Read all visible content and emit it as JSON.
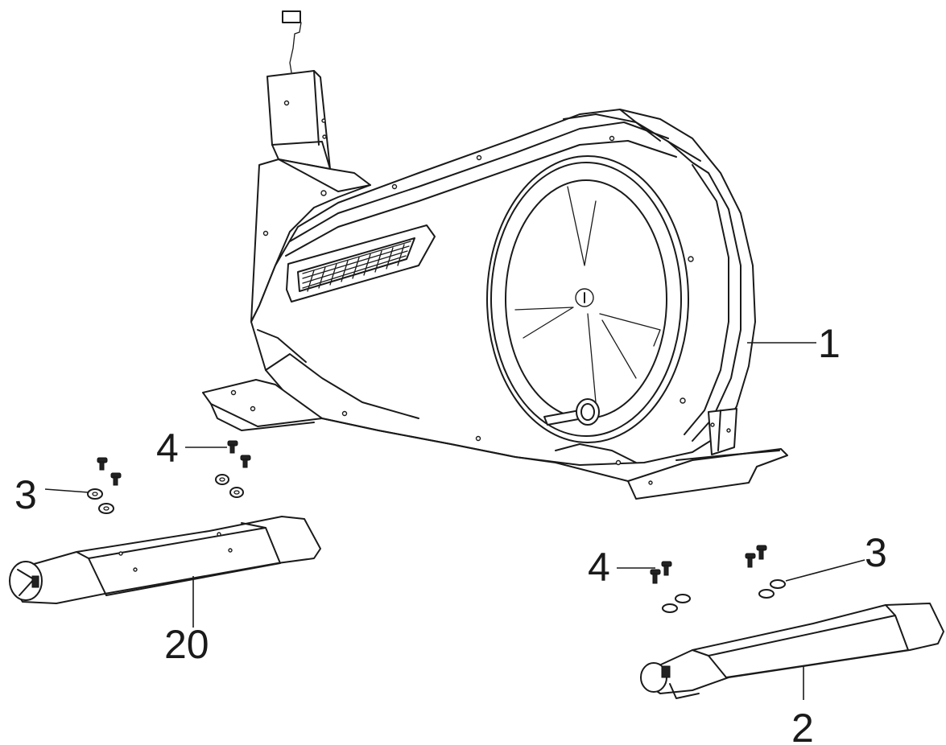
{
  "callouts": {
    "part_1": "1",
    "part_2": "2",
    "part_3_left": "3",
    "part_3_right": "3",
    "part_4_left": "4",
    "part_4_right": "4",
    "part_20": "20"
  },
  "colors": {
    "line": "#1a1a1a",
    "background": "#ffffff"
  }
}
